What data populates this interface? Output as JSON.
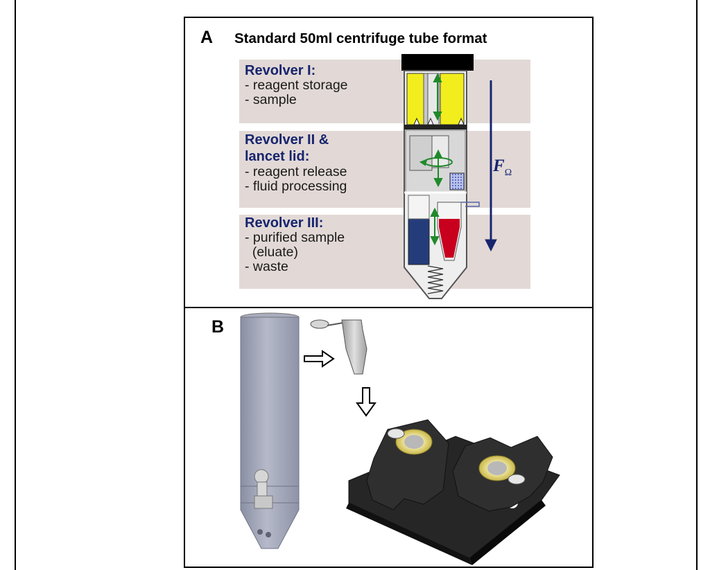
{
  "panels": {
    "a": {
      "label": "A",
      "title": "Standard 50ml centrifuge tube format",
      "force_symbol": "F",
      "force_subscript": "Ω",
      "blocks": [
        {
          "heading": "Revolver I:",
          "lines": [
            "- reagent storage",
            "- sample"
          ]
        },
        {
          "heading_lines": [
            "Revolver  II &",
            "lancet lid:"
          ],
          "lines": [
            "- reagent release",
            "- fluid processing"
          ]
        },
        {
          "heading": "Revolver III:",
          "lines": [
            "- purified sample",
            "  (eluate)",
            "- waste"
          ]
        }
      ]
    },
    "b": {
      "label": "B"
    }
  },
  "colors": {
    "band": "#e2d9d6",
    "heading": "#17246e",
    "reagent_yellow": "#f2ee1e",
    "blue_liquid": "#243d7a",
    "red_eluate": "#c8001e",
    "green_arrows": "#1f8a2a",
    "tube_grey": "#9ea3b6",
    "holder_black": "#2a2a2a",
    "ring_yellow": "#d9c75a"
  }
}
